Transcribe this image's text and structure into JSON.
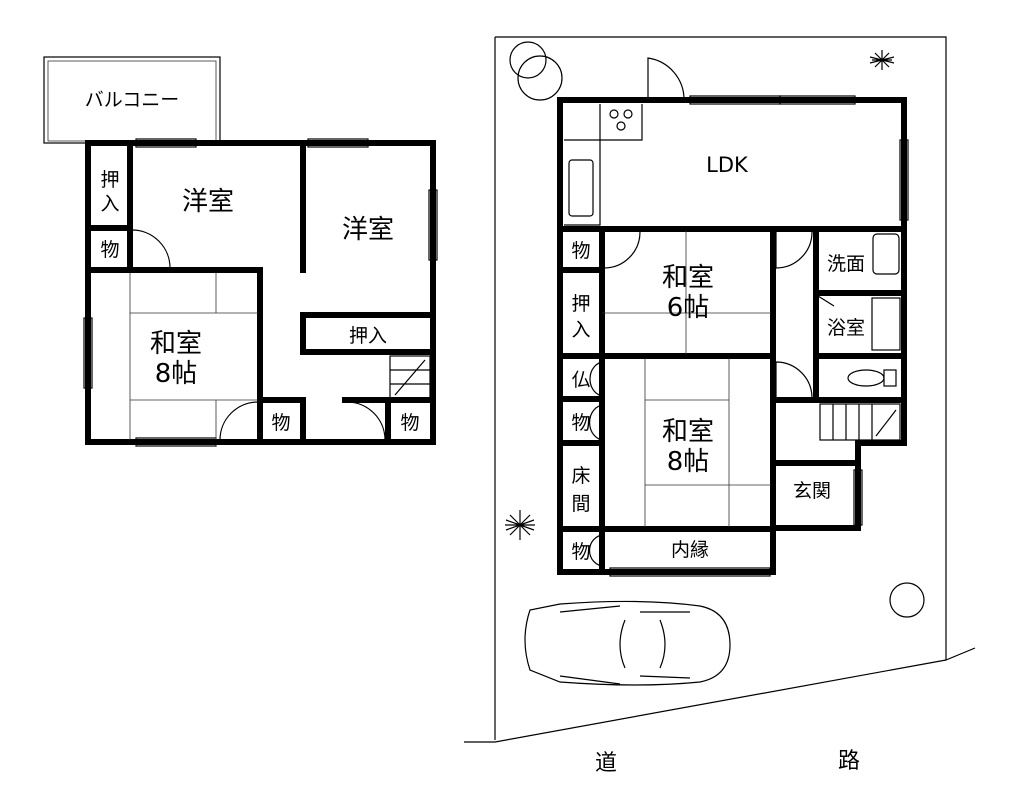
{
  "second_floor": {
    "balcony": "バルコニー",
    "closet_push_1": [
      "押",
      "入"
    ],
    "storage_1": "物",
    "western_room_1": "洋室",
    "western_room_2": "洋室",
    "closet_push_2": "押入",
    "japanese_room": [
      "和室",
      "8帖"
    ],
    "storage_2": "物",
    "storage_3": "物"
  },
  "first_floor": {
    "ldk": "LDK",
    "storage_1": "物",
    "closet_push": [
      "押",
      "入"
    ],
    "japanese_room_6": [
      "和室",
      "6帖"
    ],
    "washroom": "洗面",
    "bathroom": "浴室",
    "altar": "仏",
    "storage_2": "物",
    "japanese_room_8": [
      "和室",
      "8帖"
    ],
    "alcove": [
      "床",
      "間"
    ],
    "entrance": "玄関",
    "storage_3": "物",
    "veranda": "内縁"
  },
  "road": [
    "道",
    "路"
  ]
}
